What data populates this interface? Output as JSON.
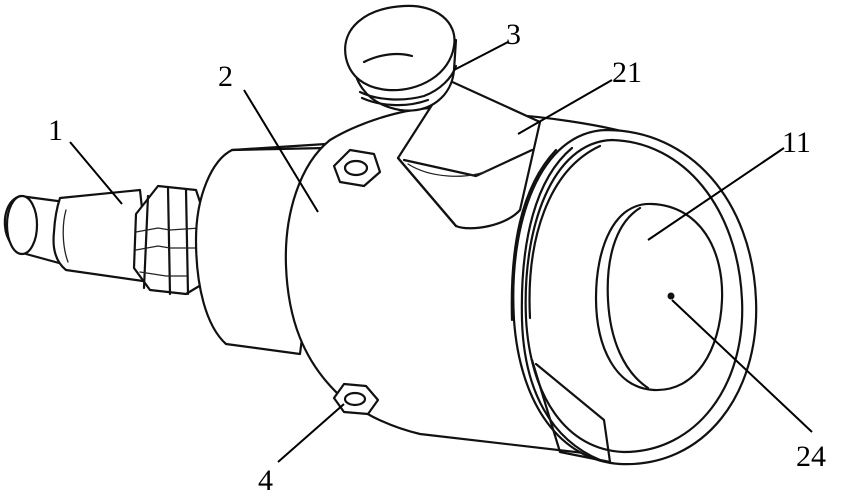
{
  "labels": {
    "l1": "1",
    "l2": "2",
    "l3": "3",
    "l21": "21",
    "l11": "11",
    "l24": "24",
    "l4": "4"
  }
}
